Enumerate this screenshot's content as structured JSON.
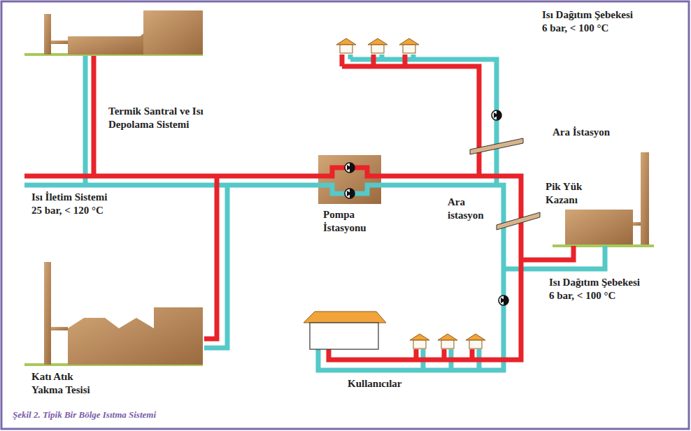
{
  "diagram": {
    "caption": "Şekil 2. Tipik Bir Bölge Isıtma Sistemi",
    "labels": [
      "Termik Santral ve Isı Depolama Sistemi",
      "Isı İletim Sistemi 25 bar, < 120 °C",
      "Katı Atık Yakma Tesisi",
      "Pompa İstasyonu",
      "Isı Dağıtım Şebekesi 6 bar, < 100 °C",
      "Ara İstasyon",
      "Ara istasyon",
      "Pik Yük Kazanı",
      "Isı Dağıtım Şebekesi 6 bar, < 100 °C",
      "Kullanıcılar"
    ]
  }
}
